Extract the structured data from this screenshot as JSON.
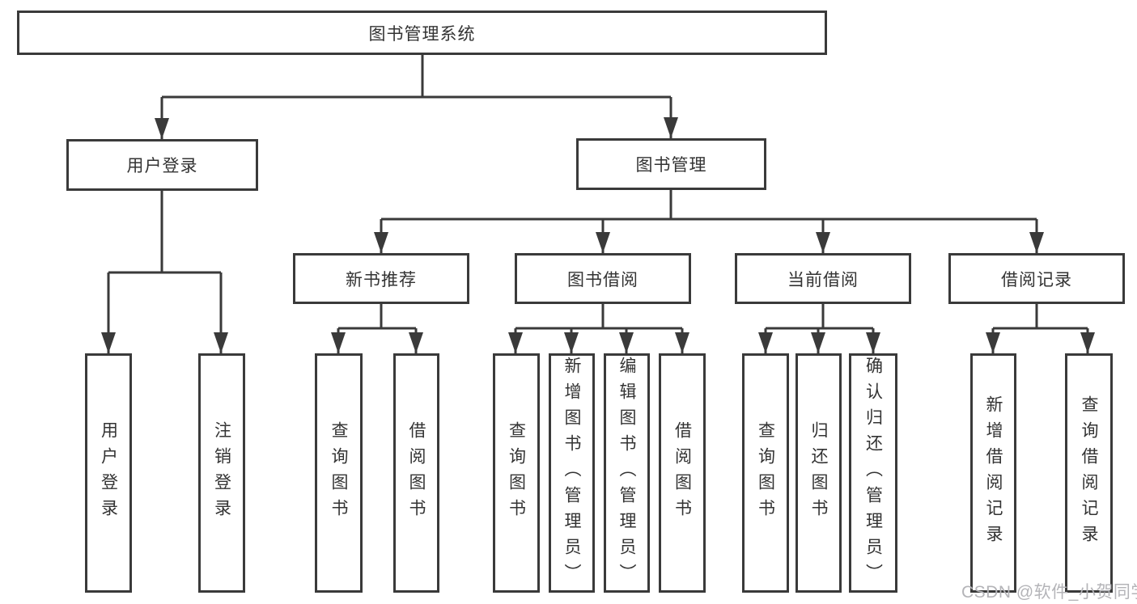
{
  "nodes": {
    "root": "图书管理系统",
    "user_login": "用户登录",
    "book_mgmt": "图书管理",
    "new_books": "新书推荐",
    "book_borrow": "图书借阅",
    "current_borrow": "当前借阅",
    "borrow_records": "借阅记录",
    "leaf_user_login": "用户登录",
    "leaf_logout": "注销登录",
    "leaf_nb_query": "查询图书",
    "leaf_nb_borrow": "借阅图书",
    "leaf_bb_query": "查询图书",
    "leaf_bb_add": "新增图书（管理员）",
    "leaf_bb_edit": "编辑图书（管理员）",
    "leaf_bb_borrow": "借阅图书",
    "leaf_cb_query": "查询图书",
    "leaf_cb_return": "归还图书",
    "leaf_cb_confirm": "确认归还（管理员）",
    "leaf_br_add": "新增借阅记录",
    "leaf_br_query": "查询借阅记录"
  },
  "watermark": "CSDN @软件_小贺同学",
  "colors": {
    "line": "#3a3a3a",
    "text": "#333333",
    "watermark": "#b4b4b8",
    "background": "#ffffff"
  }
}
